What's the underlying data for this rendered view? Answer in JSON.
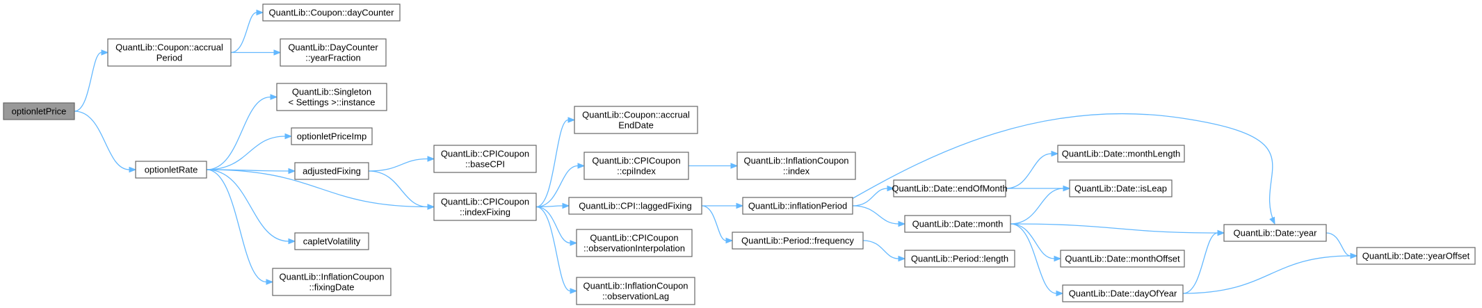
{
  "diagram": {
    "root": "optionletPrice",
    "nodes": [
      {
        "id": "optionletPrice",
        "lines": [
          "optionletPrice"
        ],
        "root": true
      },
      {
        "id": "accrualPeriod",
        "lines": [
          "QuantLib::Coupon::accrual",
          "Period"
        ]
      },
      {
        "id": "dayCounter",
        "lines": [
          "QuantLib::Coupon::dayCounter"
        ]
      },
      {
        "id": "yearFraction",
        "lines": [
          "QuantLib::DayCounter",
          "::yearFraction"
        ]
      },
      {
        "id": "optionletRate",
        "lines": [
          "optionletRate"
        ]
      },
      {
        "id": "singleton",
        "lines": [
          "QuantLib::Singleton",
          "< Settings >::instance"
        ]
      },
      {
        "id": "optionletPriceImp",
        "lines": [
          "optionletPriceImp"
        ]
      },
      {
        "id": "adjustedFixing",
        "lines": [
          "adjustedFixing"
        ]
      },
      {
        "id": "capletVolatility",
        "lines": [
          "capletVolatility"
        ]
      },
      {
        "id": "fixingDate",
        "lines": [
          "QuantLib::InflationCoupon",
          "::fixingDate"
        ]
      },
      {
        "id": "baseCPI",
        "lines": [
          "QuantLib::CPICoupon",
          "::baseCPI"
        ]
      },
      {
        "id": "indexFixing",
        "lines": [
          "QuantLib::CPICoupon",
          "::indexFixing"
        ]
      },
      {
        "id": "accrualEndDate",
        "lines": [
          "QuantLib::Coupon::accrual",
          "EndDate"
        ]
      },
      {
        "id": "cpiIndex",
        "lines": [
          "QuantLib::CPICoupon",
          "::cpiIndex"
        ]
      },
      {
        "id": "laggedFixing",
        "lines": [
          "QuantLib::CPI::laggedFixing"
        ]
      },
      {
        "id": "observationInterpolation",
        "lines": [
          "QuantLib::CPICoupon",
          "::observationInterpolation"
        ]
      },
      {
        "id": "observationLag",
        "lines": [
          "QuantLib::InflationCoupon",
          "::observationLag"
        ]
      },
      {
        "id": "inflationCouponIndex",
        "lines": [
          "QuantLib::InflationCoupon",
          "::index"
        ]
      },
      {
        "id": "inflationPeriod",
        "lines": [
          "QuantLib::inflationPeriod"
        ]
      },
      {
        "id": "frequency",
        "lines": [
          "QuantLib::Period::frequency"
        ]
      },
      {
        "id": "endOfMonth",
        "lines": [
          "QuantLib::Date::endOfMonth"
        ]
      },
      {
        "id": "month",
        "lines": [
          "QuantLib::Date::month"
        ]
      },
      {
        "id": "periodLength",
        "lines": [
          "QuantLib::Period::length"
        ]
      },
      {
        "id": "monthLength",
        "lines": [
          "QuantLib::Date::monthLength"
        ]
      },
      {
        "id": "isLeap",
        "lines": [
          "QuantLib::Date::isLeap"
        ]
      },
      {
        "id": "monthOffset",
        "lines": [
          "QuantLib::Date::monthOffset"
        ]
      },
      {
        "id": "dayOfYear",
        "lines": [
          "QuantLib::Date::dayOfYear"
        ]
      },
      {
        "id": "year",
        "lines": [
          "QuantLib::Date::year"
        ]
      },
      {
        "id": "yearOffset",
        "lines": [
          "QuantLib::Date::yearOffset"
        ]
      }
    ],
    "edges": [
      [
        "optionletPrice",
        "accrualPeriod"
      ],
      [
        "optionletPrice",
        "optionletRate"
      ],
      [
        "accrualPeriod",
        "dayCounter"
      ],
      [
        "accrualPeriod",
        "yearFraction"
      ],
      [
        "optionletRate",
        "singleton"
      ],
      [
        "optionletRate",
        "optionletPriceImp"
      ],
      [
        "optionletRate",
        "adjustedFixing"
      ],
      [
        "optionletRate",
        "indexFixing"
      ],
      [
        "optionletRate",
        "capletVolatility"
      ],
      [
        "optionletRate",
        "fixingDate"
      ],
      [
        "adjustedFixing",
        "baseCPI"
      ],
      [
        "adjustedFixing",
        "indexFixing"
      ],
      [
        "indexFixing",
        "accrualEndDate"
      ],
      [
        "indexFixing",
        "cpiIndex"
      ],
      [
        "indexFixing",
        "laggedFixing"
      ],
      [
        "indexFixing",
        "observationInterpolation"
      ],
      [
        "indexFixing",
        "observationLag"
      ],
      [
        "cpiIndex",
        "inflationCouponIndex"
      ],
      [
        "laggedFixing",
        "inflationPeriod"
      ],
      [
        "laggedFixing",
        "frequency"
      ],
      [
        "inflationPeriod",
        "endOfMonth"
      ],
      [
        "inflationPeriod",
        "month"
      ],
      [
        "inflationPeriod",
        "year"
      ],
      [
        "frequency",
        "periodLength"
      ],
      [
        "endOfMonth",
        "monthLength"
      ],
      [
        "endOfMonth",
        "isLeap"
      ],
      [
        "month",
        "isLeap"
      ],
      [
        "month",
        "monthOffset"
      ],
      [
        "month",
        "dayOfYear"
      ],
      [
        "month",
        "year"
      ],
      [
        "dayOfYear",
        "year"
      ],
      [
        "dayOfYear",
        "yearOffset"
      ],
      [
        "year",
        "yearOffset"
      ]
    ]
  }
}
